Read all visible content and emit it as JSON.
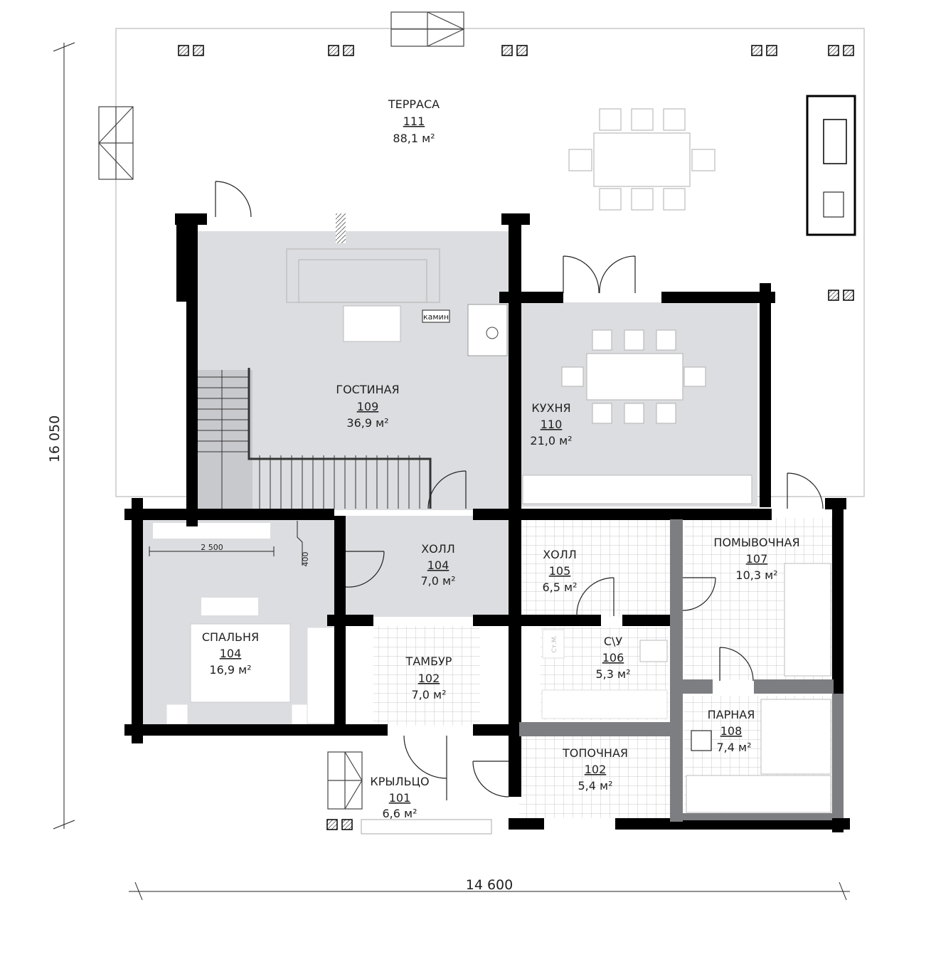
{
  "plan": {
    "rooms": [
      {
        "name": "ТЕРРАСА",
        "number": "111",
        "area": "88,1 м²"
      },
      {
        "name": "ГОСТИНАЯ",
        "number": "109",
        "area": "36,9 м²"
      },
      {
        "name": "КУХНЯ",
        "number": "110",
        "area": "21,0 м²"
      },
      {
        "name": "ХОЛЛ",
        "number": "104",
        "area": "7,0 м²"
      },
      {
        "name": "ХОЛЛ",
        "number": "105",
        "area": "6,5 м²"
      },
      {
        "name": "ПОМЫВОЧНАЯ",
        "number": "107",
        "area": "10,3 м²"
      },
      {
        "name": "СПАЛЬНЯ",
        "number": "104",
        "area": "16,9 м²"
      },
      {
        "name": "ТАМБУР",
        "number": "102",
        "area": "7,0 м²"
      },
      {
        "name": "С\\У",
        "number": "106",
        "area": "5,3 м²"
      },
      {
        "name": "ПАРНАЯ",
        "number": "108",
        "area": "7,4 м²"
      },
      {
        "name": "ТОПОЧНАЯ",
        "number": "102",
        "area": "5,4 м²"
      },
      {
        "name": "КРЫЛЬЦО",
        "number": "101",
        "area": "6,6 м²"
      }
    ],
    "dimensions": {
      "height": "16 050",
      "width": "14 600",
      "bed_width": "2 500",
      "bed_offset": "400"
    },
    "annotations": {
      "fireplace": "камин",
      "washer": "Ст.М."
    }
  }
}
